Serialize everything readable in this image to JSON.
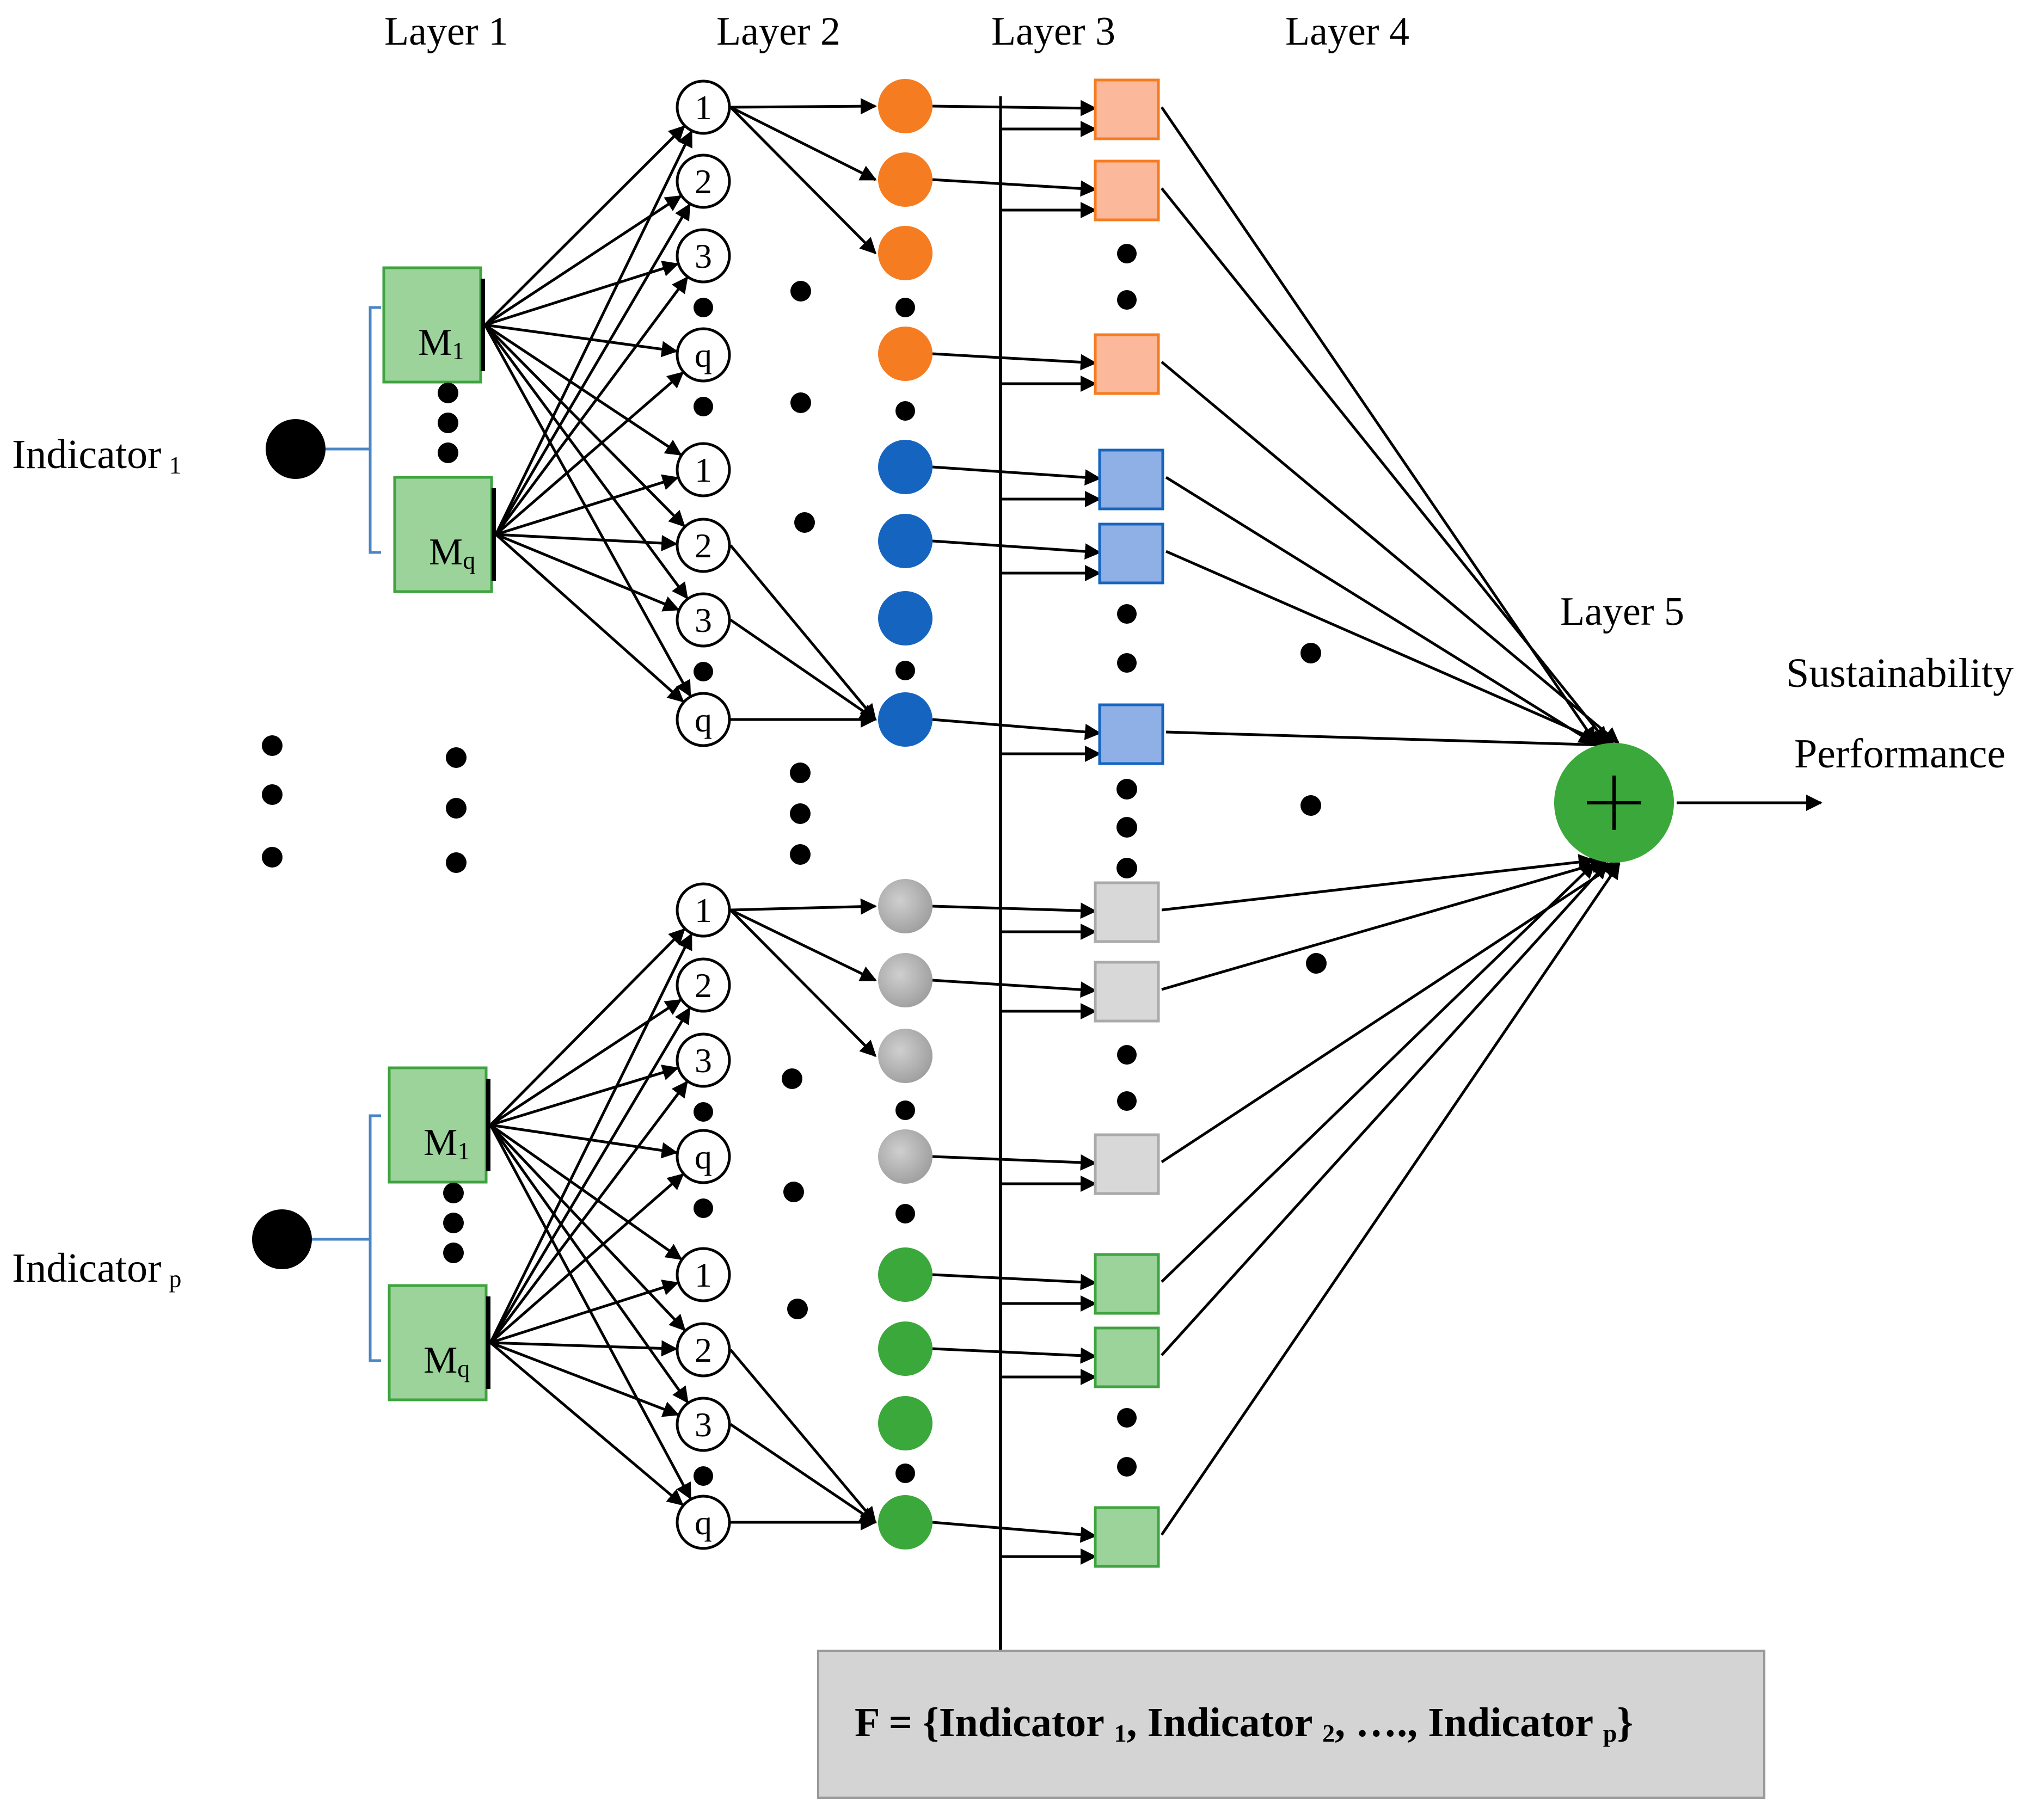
{
  "layers": [
    "Layer 1",
    "Layer 2",
    "Layer 3",
    "Layer 4",
    "Layer 5"
  ],
  "indicator_1": {
    "main": "Indicator",
    "sub": "1"
  },
  "indicator_p": {
    "main": "Indicator",
    "sub": "p"
  },
  "membership_top": {
    "main": "M",
    "sub": "1"
  },
  "membership_bottom": {
    "main": "M",
    "sub": "q"
  },
  "rule_nodes": [
    "1",
    "2",
    "3",
    "q"
  ],
  "output": {
    "line1": "Sustainability",
    "line2": "Performance"
  },
  "formula": {
    "prefix": "F = {Indicator ",
    "sub1": "1",
    "mid1": ", Indicator ",
    "sub2": "2",
    "mid2": ", …., Indicator ",
    "subp": "p",
    "suffix": "}"
  },
  "colors": {
    "membership_fill": "#9bd39b",
    "membership_stroke": "#3fa33f",
    "orange": "#f57c20",
    "orange_square": "#fbb89a",
    "blue": "#1565c0",
    "blue_square": "#8fb0e6",
    "gray": "#a9a9a9",
    "gray_square": "#d8d8d8",
    "green": "#3aa83a",
    "green_square": "#9bd39b",
    "sum_node": "#3aa83a",
    "bracket": "#4a86c5",
    "formula_box": "#d4d4d4"
  },
  "icons": {
    "sum_symbol": "plus-icon",
    "input": "indicator-dot"
  }
}
